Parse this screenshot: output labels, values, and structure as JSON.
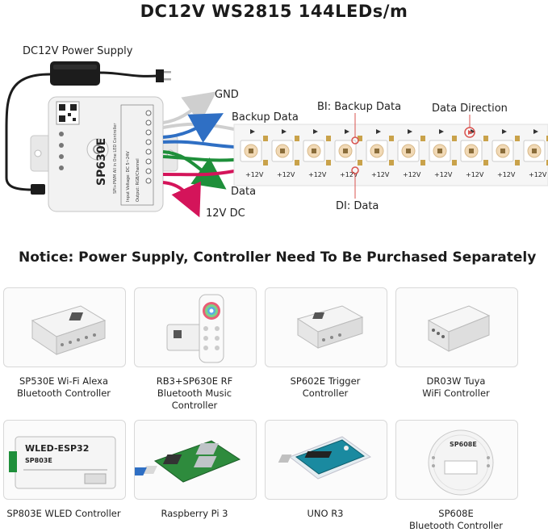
{
  "title": "DC12V WS2815 144LEDs/m",
  "diagram": {
    "power_supply_label": "DC12V Power Supply",
    "wire_labels": {
      "gnd": "GND",
      "backup_data": "Backup Data",
      "data": "Data",
      "dc12v": "12V DC"
    },
    "strip_labels": {
      "bi": "BI: Backup Data",
      "di": "DI: Data",
      "direction": "Data Direction",
      "pad": "+12V"
    },
    "controller": {
      "model": "SP630E",
      "subtitle": "SPI+PWM All in One LED Controller",
      "spec_voltage": "Input Voltage: DC 5~24V",
      "spec_output": "Output: RGB/Channel"
    },
    "colors": {
      "gnd_wire": "#cfcfcf",
      "backup_wire": "#2f6fc4",
      "data_wire": "#1e8f3a",
      "power_wire": "#d4145a",
      "strip_base": "#f6f6f6"
    }
  },
  "notice": "Notice: Power Supply, Controller Need To Be Purchased Separately",
  "products": [
    {
      "line1": "SP530E Wi-Fi Alexa",
      "line2": "Bluetooth Controller",
      "image": "sp530e-controller"
    },
    {
      "line1": "RB3+SP630E RF",
      "line2": "Bluetooth Music Controller",
      "image": "rb3-remote-controller"
    },
    {
      "line1": "SP602E Trigger",
      "line2": "Controller",
      "image": "sp602e-controller"
    },
    {
      "line1": "DR03W Tuya",
      "line2": "WiFi Controller",
      "image": "dr03w-controller"
    },
    {
      "line1": "SP803E WLED Controller",
      "line2": "",
      "image": "sp803e-wled-controller",
      "label_text": "WLED-ESP32",
      "label_model": "SP803E"
    },
    {
      "line1": "Raspberry Pi 3",
      "line2": "",
      "image": "raspberry-pi-board"
    },
    {
      "line1": "UNO R3",
      "line2": "",
      "image": "uno-r3-board"
    },
    {
      "line1": "SP608E",
      "line2": "Bluetooth Controller",
      "image": "sp608e-controller",
      "label_text": "SP608E"
    }
  ]
}
